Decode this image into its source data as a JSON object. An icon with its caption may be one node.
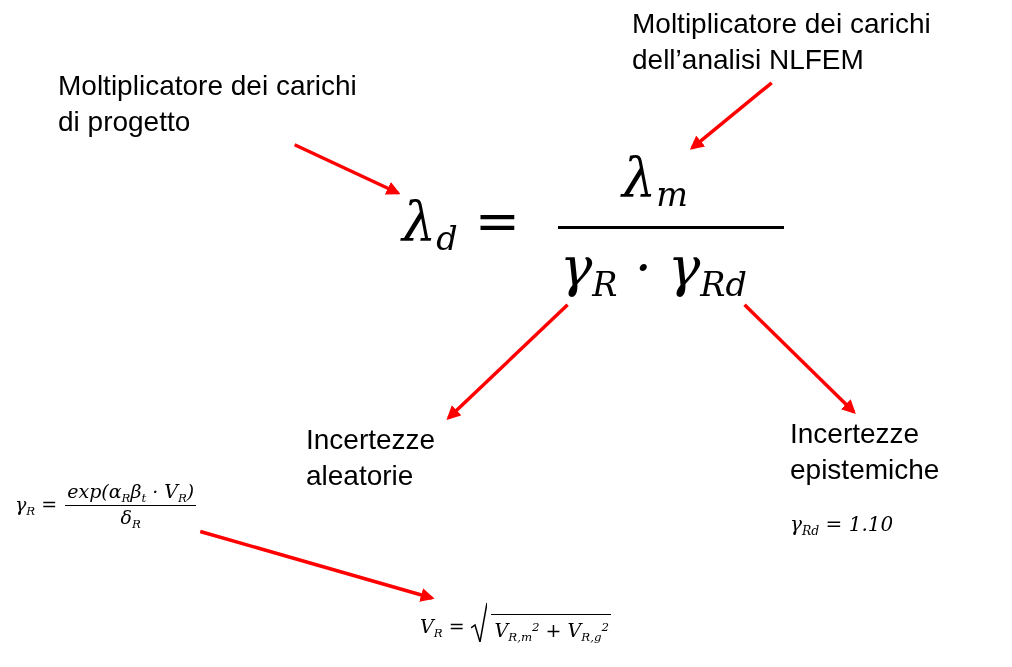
{
  "diagram": {
    "nodes": [
      {
        "text": [
          "Moltiplicatore dei carichi di progetto"
        ]
      },
      {
        "text": [
          "Moltiplicatore dei carichi dell’analisi NLFEM"
        ]
      },
      {
        "text": [
          "λ$_{d}$ ="
        ]
      },
      {
        "text": [
          "λ$_{m}$"
        ]
      },
      {
        "text": [
          "γ$_{R}$ ·"
        ]
      },
      {
        "text": [
          "γ$_{Rd}$"
        ]
      },
      {
        "text": [
          "Incertezze aleatorie"
        ]
      },
      {
        "text": [
          "Incertezze epistemiche"
        ]
      },
      {
        "text": [
          "γ$_{R}$ =",
          "exp(α$_{R}$β$_{t}$ · V$_{R}$)",
          "δ$_{R}$"
        ]
      },
      {
        "text": [
          "V$_{R}$ =",
          "V$_{R,m}$$^{2}$ + V$_{R,g}$$^{2}$"
        ]
      }
    ],
    "edges": [
      {
        "from": 0,
        "to": 2,
        "arrow": "to"
      },
      {
        "from": 1,
        "to": 3,
        "arrow": "to"
      },
      {
        "from": 4,
        "to": 6,
        "arrow": "to"
      },
      {
        "from": 5,
        "to": 7,
        "arrow": "to"
      },
      {
        "from": 8,
        "to": 9,
        "arrow": "to"
      }
    ],
    "labels": [
      "γ$_{Rd}$ = 1.10"
    ]
  }
}
